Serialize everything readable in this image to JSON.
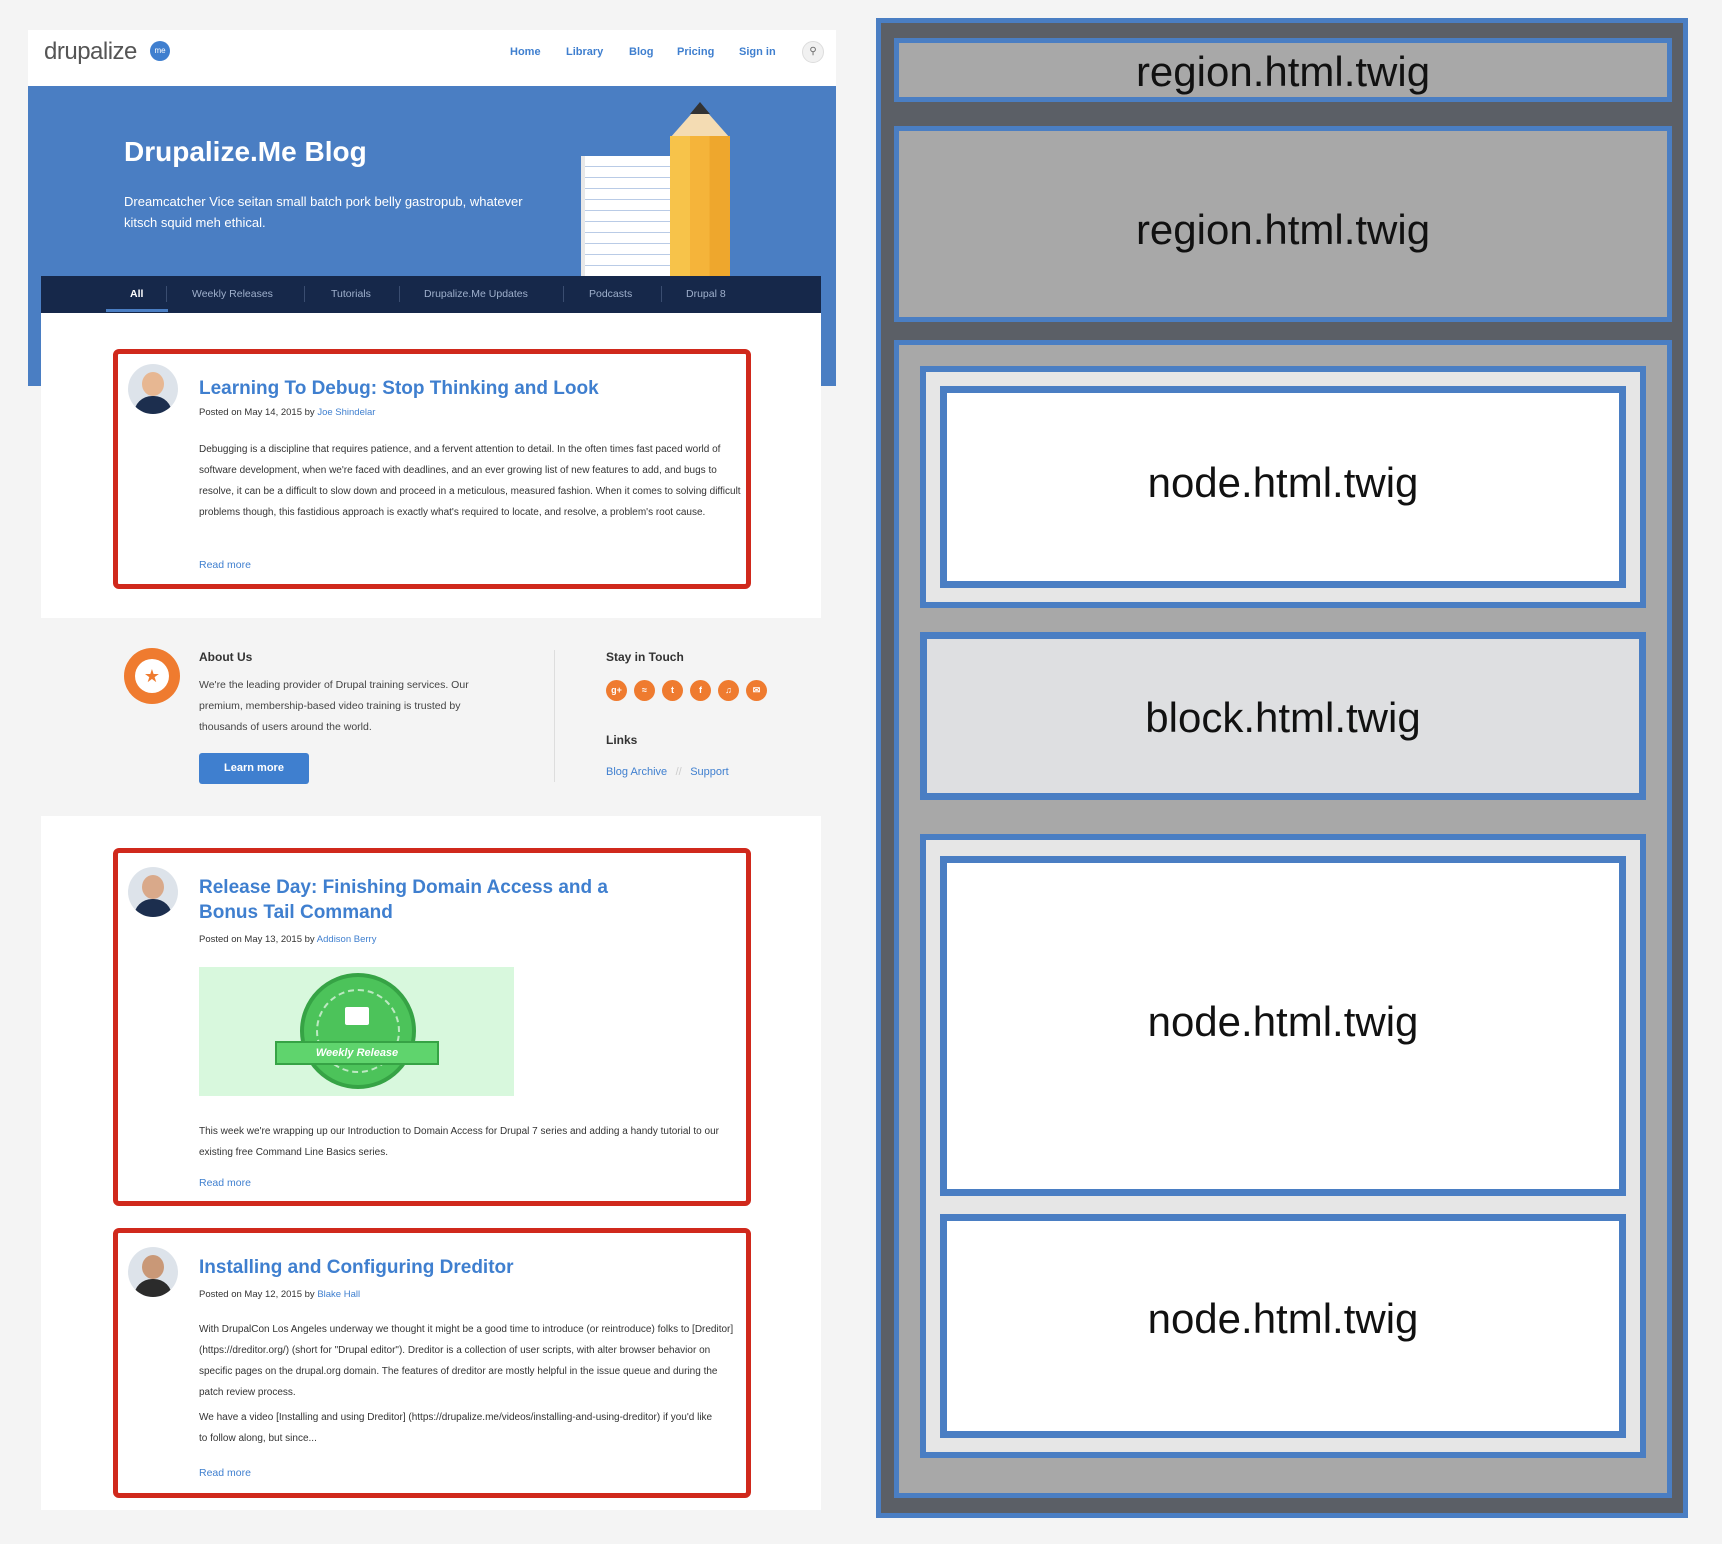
{
  "header": {
    "logo": "drupalize",
    "logo_badge": "me",
    "nav": [
      "Home",
      "Library",
      "Blog",
      "Pricing",
      "Sign in"
    ],
    "search_icon": "search-icon"
  },
  "hero": {
    "title": "Drupalize.Me Blog",
    "subtitle": "Dreamcatcher Vice seitan small batch pork belly gastropub, whatever kitsch squid meh ethical."
  },
  "tabs": [
    "All",
    "Weekly Releases",
    "Tutorials",
    "Drupalize.Me Updates",
    "Podcasts",
    "Drupal 8"
  ],
  "posts": [
    {
      "title": "Learning To Debug: Stop Thinking and Look",
      "meta_prefix": "Posted on May 14, 2015 by",
      "author": "Joe Shindelar",
      "excerpt": "Debugging is a discipline that requires patience, and a fervent attention to detail. In the often times fast paced world of software development, when we're faced with deadlines, and an ever growing list of new features to add, and bugs to resolve, it can be a difficult to slow down and proceed in a meticulous, measured fashion. When it comes to solving difficult problems though, this fastidious approach is exactly what's required to locate, and resolve, a problem's root cause.",
      "read_more": "Read more"
    },
    {
      "title": "Release Day: Finishing Domain Access and a Bonus Tail Command",
      "meta_prefix": "Posted on May 13, 2015 by",
      "author": "Addison Berry",
      "image_label": "Weekly Release",
      "excerpt": "This week we're wrapping up our Introduction to Domain Access for Drupal 7 series and adding a handy tutorial to our existing free Command Line Basics series.",
      "read_more": "Read more"
    },
    {
      "title": "Installing and Configuring Dreditor",
      "meta_prefix": "Posted on May 12, 2015 by",
      "author": "Blake Hall",
      "excerpt": "With DrupalCon Los Angeles underway we thought it might be a good time to introduce (or reintroduce) folks to [Dreditor](https://dreditor.org/) (short for \"Drupal editor\"). Dreditor is a collection of user scripts, with alter browser behavior on specific pages on the drupal.org domain. The features of dreditor are mostly helpful in the issue queue and during the patch review process.",
      "excerpt2": "We have a video [Installing and using Dreditor] (https://drupalize.me/videos/installing-and-using-dreditor) if you'd like to follow along, but since...",
      "read_more": "Read more"
    }
  ],
  "footer": {
    "about_title": "About Us",
    "about_text": "We're the leading provider of Drupal training services. Our premium, membership-based video training is trusted by thousands of users around the world.",
    "learn_more": "Learn more",
    "stay_title": "Stay in Touch",
    "social_icons": [
      "google-plus-icon",
      "rss-icon",
      "twitter-icon",
      "facebook-icon",
      "podcast-icon",
      "email-icon"
    ],
    "links_title": "Links",
    "links": [
      "Blog Archive",
      "Support"
    ],
    "link_separator": "//"
  },
  "diagram": {
    "region_1": "region.html.twig",
    "region_2": "region.html.twig",
    "node_1": "node.html.twig",
    "block_1": "block.html.twig",
    "node_2": "node.html.twig",
    "node_3": "node.html.twig"
  },
  "colors": {
    "brand_blue": "#4a7ec3",
    "highlight_red": "#d0291c",
    "accent_orange": "#ef7b2f",
    "tab_bar": "#16284a"
  }
}
